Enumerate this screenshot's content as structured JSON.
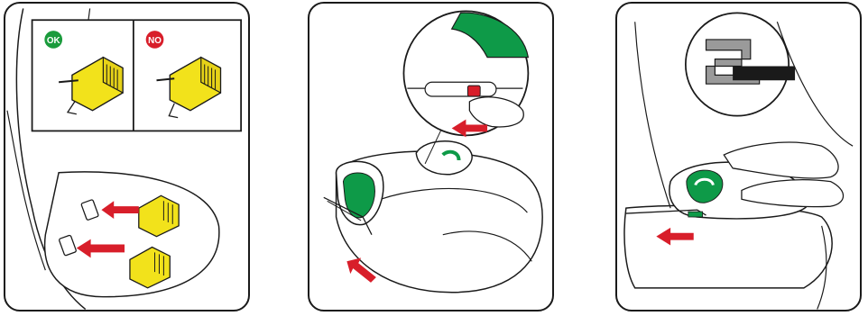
{
  "panels": [
    {
      "id": "panel-1",
      "badges": [
        {
          "label": "OK",
          "color": "#1a9b3c"
        },
        {
          "label": "NO",
          "color": "#d81e2a"
        }
      ]
    },
    {
      "id": "panel-2"
    },
    {
      "id": "panel-3"
    }
  ],
  "colors": {
    "connector_yellow": "#f2e21b",
    "arrow_red": "#d81e2a",
    "seat_green": "#0e9a48",
    "stroke": "#1a1a1a"
  },
  "icons": [
    "isofix-connector-icon",
    "direction-arrow-icon",
    "magnifier-detail-icon",
    "hand-icon"
  ]
}
